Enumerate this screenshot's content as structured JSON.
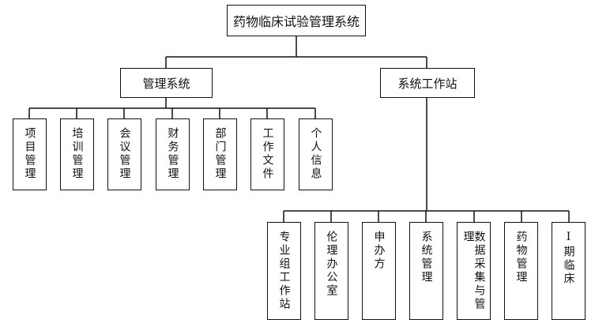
{
  "root": {
    "label": "药物临床试验管理系统"
  },
  "management": {
    "label": "管理系统",
    "children": [
      "项目管理",
      "培训管理",
      "会议管理",
      "财务管理",
      "部门管理",
      "工作文件",
      "个人信息"
    ]
  },
  "workstation": {
    "label": "系统工作站",
    "children": [
      "专业组工作站",
      "伦理办公室",
      "申办方",
      "系统管理",
      "数据采集与管理",
      "药物管理",
      "Ⅰ期临床"
    ]
  }
}
